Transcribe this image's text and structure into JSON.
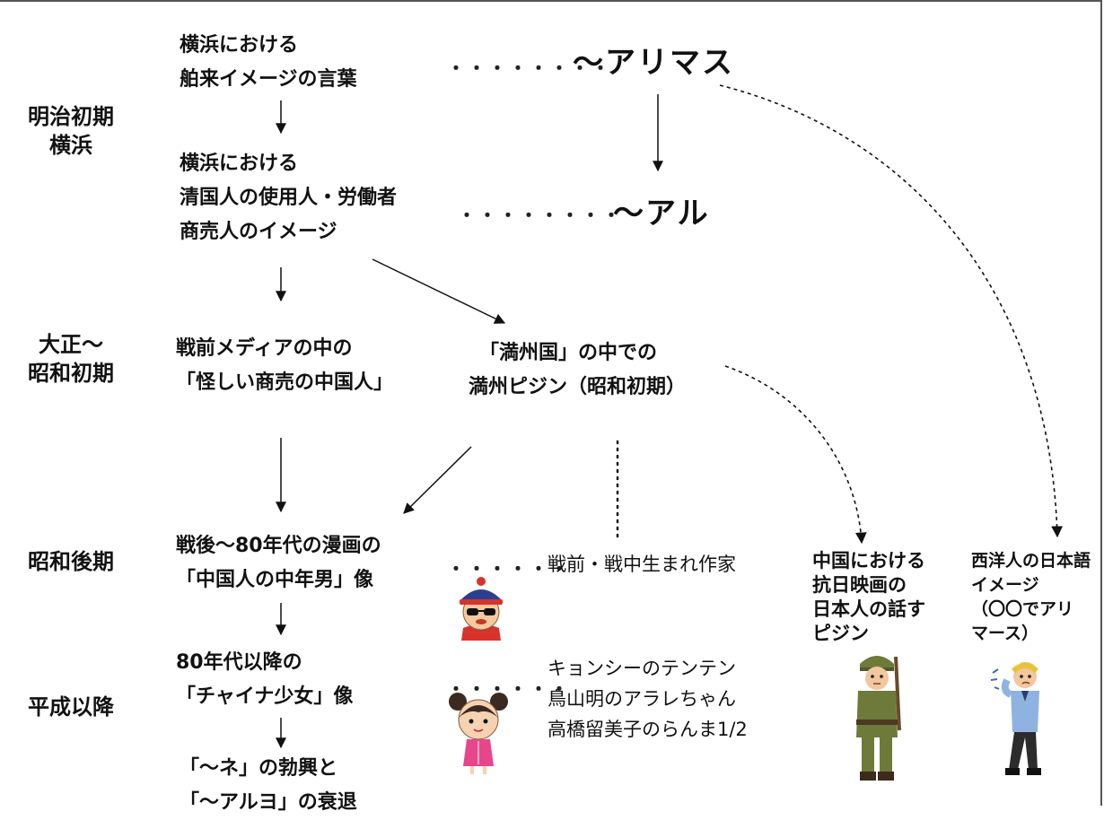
{
  "eras": [
    {
      "line1": "明治初期",
      "line2": "横浜"
    },
    {
      "line1": "大正〜",
      "line2": "昭和初期"
    },
    {
      "line1": "昭和後期",
      "line2": ""
    },
    {
      "line1": "平成以降",
      "line2": ""
    }
  ],
  "boxes": {
    "yokohama_hakurai": [
      "横浜における",
      "舶来イメージの言葉"
    ],
    "yokohama_qing": [
      "横浜における",
      "清国人の使用人・労働者",
      "商売人のイメージ"
    ],
    "senzen_media": [
      "戦前メディアの中の",
      "「怪しい商売の中国人」"
    ],
    "manshu": [
      "「満州国」の中での",
      "満州ピジン（昭和初期）"
    ],
    "sengo_manga": [
      "戦後〜80年代の漫画の",
      "「中国人の中年男」像"
    ],
    "china_girl": [
      "80年代以降の",
      "「チャイナ少女」像"
    ],
    "ne_aruyo": [
      "「〜ネ」の勃興と",
      "「〜アルヨ」の衰退"
    ],
    "china_anti_jp": [
      "中国における",
      "抗日映画の",
      "日本人の話す",
      "ピジン"
    ],
    "western_jp": [
      "西洋人の日本語",
      "イメージ",
      "（〇〇でアリ",
      "マース）"
    ]
  },
  "endings": {
    "arimasu": "〜アリマス",
    "aru": "〜アル"
  },
  "notes": {
    "writers": "戦前・戦中生まれ作家",
    "works": [
      "キョンシーのテンテン",
      "鳥山明のアラレちゃん",
      "高橋留美子のらんま1/2"
    ]
  },
  "dots": "・・・・・・・・",
  "dots_short": "・・・・・・"
}
